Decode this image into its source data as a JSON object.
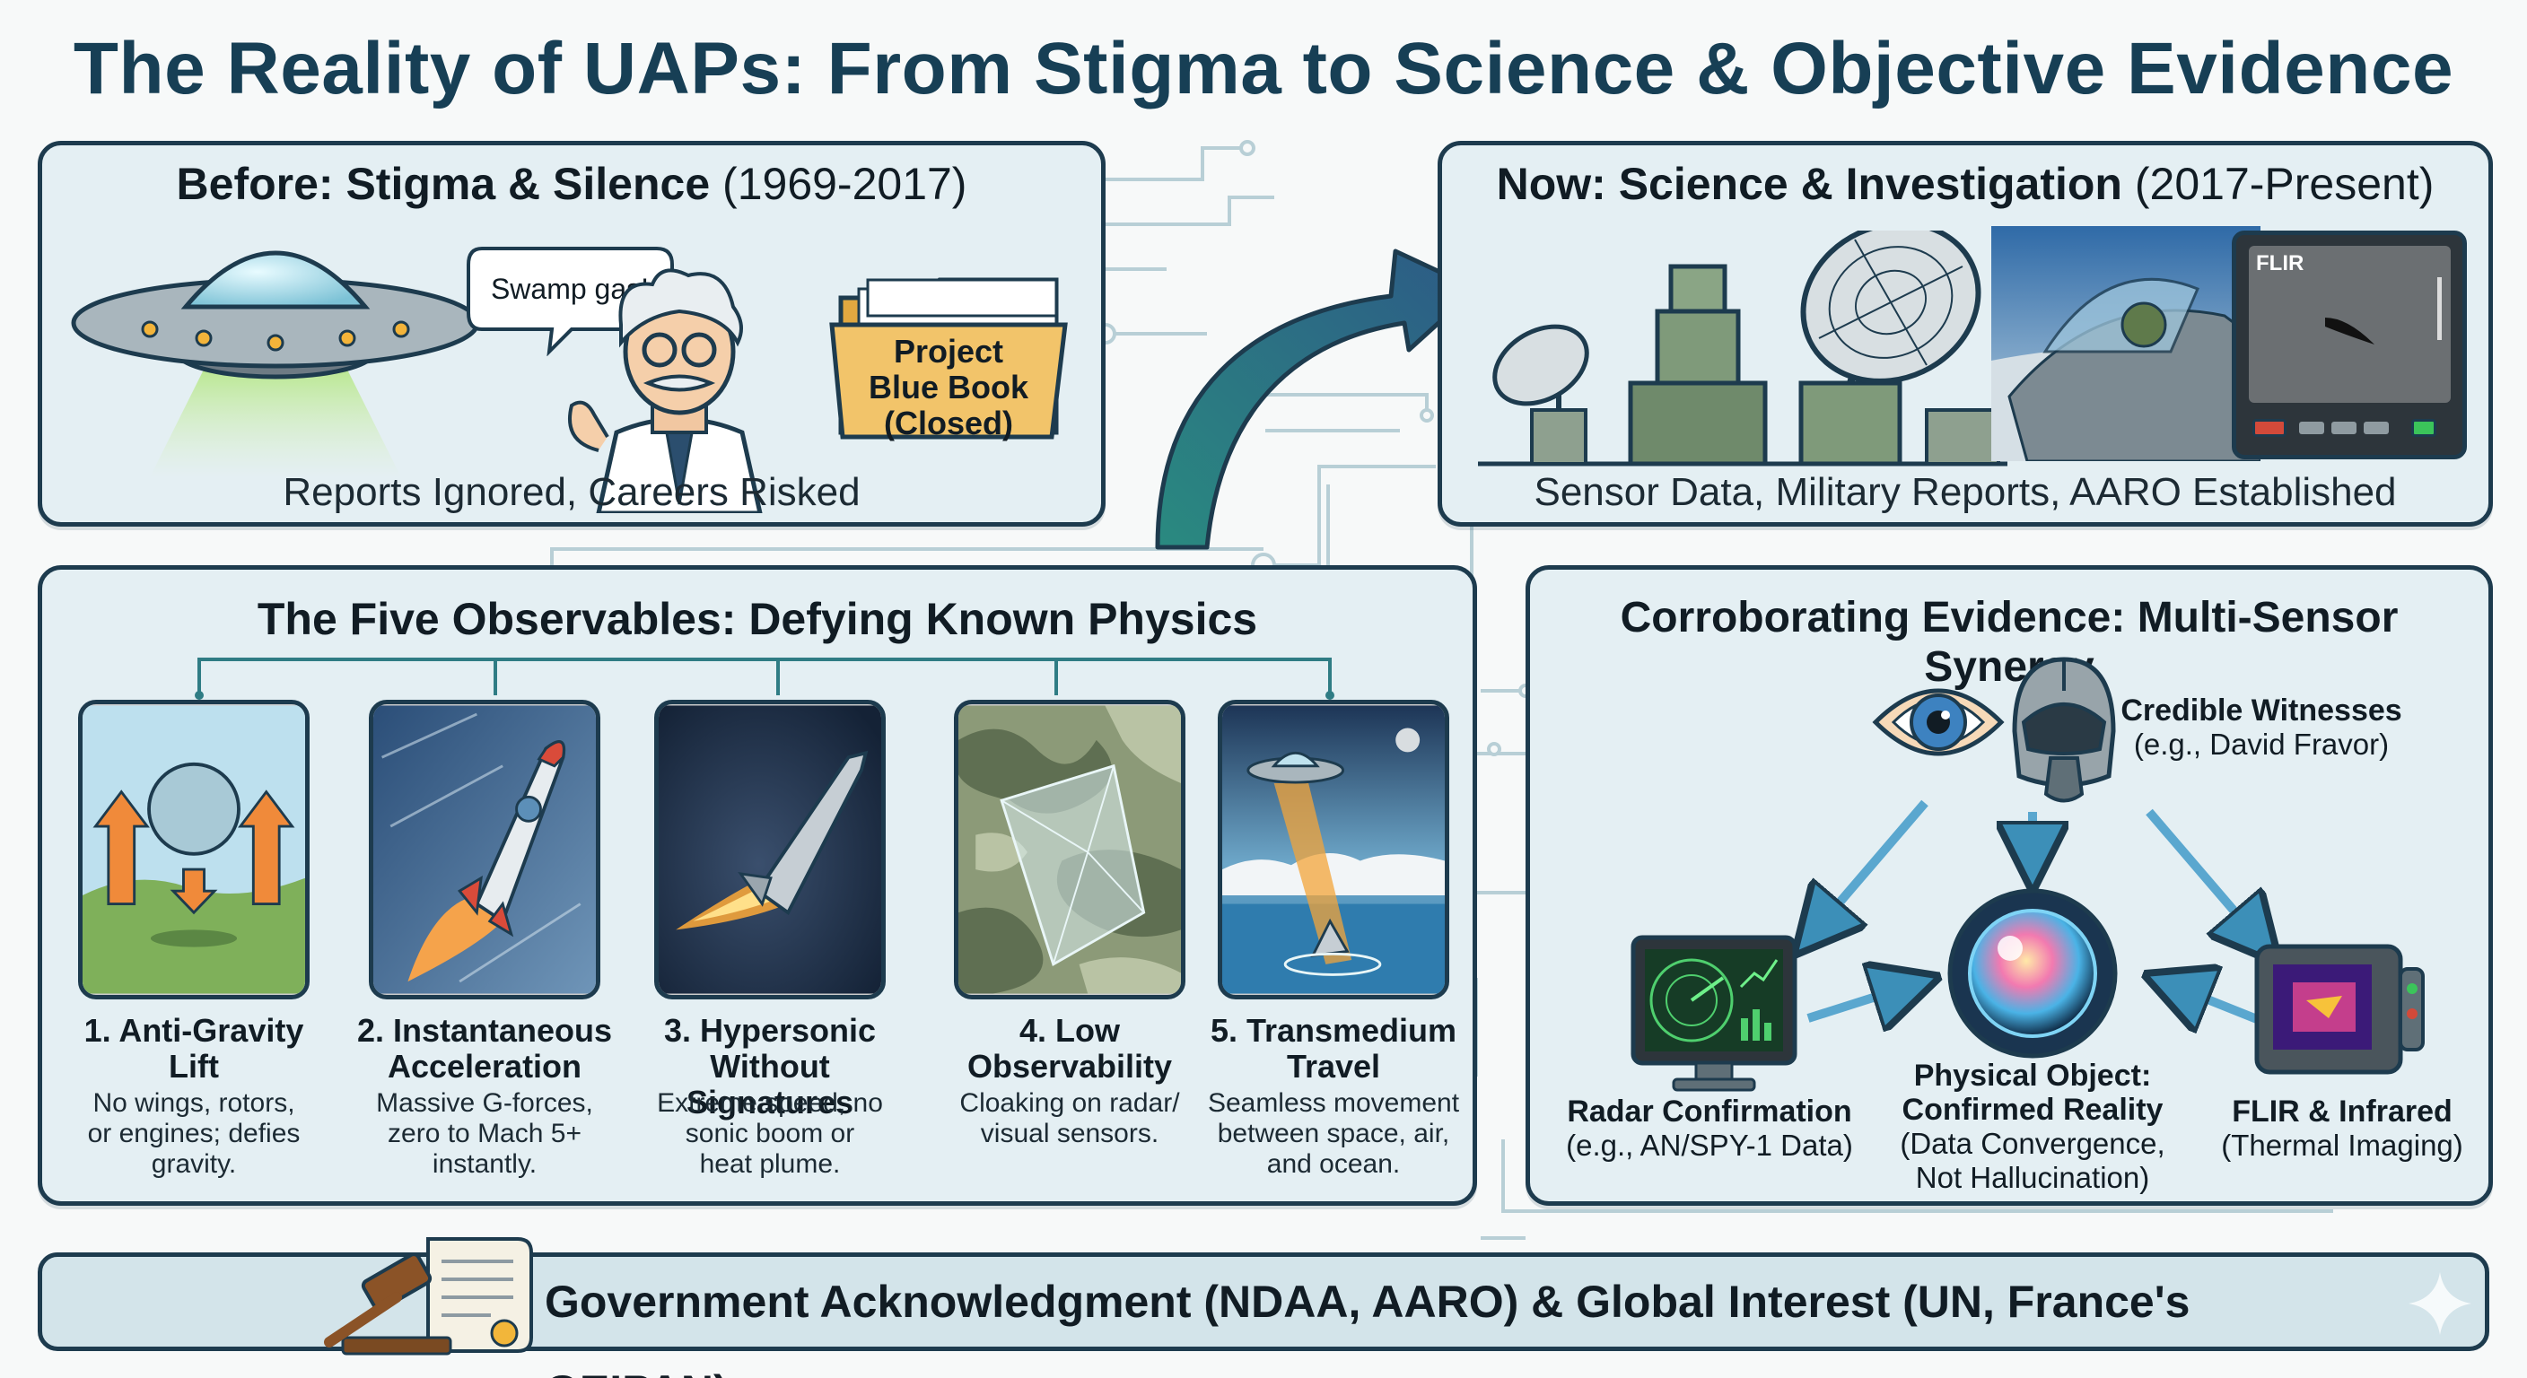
{
  "title": "The Reality of UAPs: From Stigma to Science & Objective Evidence",
  "before": {
    "heading_bold": "Before: Stigma & Silence",
    "heading_years": "(1969-2017)",
    "speech": "Swamp gas!",
    "folder_line1": "Project",
    "folder_line2": "Blue Book",
    "folder_line3": "(Closed)",
    "caption": "Reports Ignored, Careers Risked"
  },
  "now": {
    "heading_bold": "Now: Science & Investigation",
    "heading_years": "(2017-Present)",
    "flir_logo": "FLIR",
    "caption": "Sensor Data, Military Reports, AARO Established"
  },
  "observables": {
    "heading": "The Five Observables: Defying Known Physics",
    "items": [
      {
        "name_line1": "1. Anti-Gravity",
        "name_line2": "Lift",
        "desc_line1": "No wings, rotors,",
        "desc_line2": "or engines; defies",
        "desc_line3": "gravity."
      },
      {
        "name_line1": "2. Instantaneous",
        "name_line2": "Acceleration",
        "desc_line1": "Massive G-forces,",
        "desc_line2": "zero to Mach 5+",
        "desc_line3": "instantly."
      },
      {
        "name_line1": "3. Hypersonic",
        "name_line2": "Without Signatures",
        "desc_line1": "Extreme speed, no",
        "desc_line2": "sonic boom or",
        "desc_line3": "heat plume."
      },
      {
        "name_line1": "4. Low Observability",
        "name_line2": "",
        "desc_line1": "Cloaking on radar/",
        "desc_line2": "visual sensors.",
        "desc_line3": ""
      },
      {
        "name_line1": "5. Transmedium",
        "name_line2": "Travel",
        "desc_line1": "Seamless movement",
        "desc_line2": "between space, air,",
        "desc_line3": "and ocean."
      }
    ]
  },
  "evidence": {
    "heading": "Corroborating Evidence: Multi-Sensor Synergy",
    "witness_title": "Credible Witnesses",
    "witness_sub": "(e.g., David Fravor)",
    "radar_title": "Radar Confirmation",
    "radar_sub": "(e.g., AN/SPY-1 Data)",
    "object_title_1": "Physical Object:",
    "object_title_2": "Confirmed Reality",
    "object_sub_1": "(Data Convergence,",
    "object_sub_2": "Not Hallucination)",
    "flir_title": "FLIR & Infrared",
    "flir_sub": "(Thermal Imaging)"
  },
  "banner": {
    "text": "Government Acknowledgment (NDAA, AARO) & Global Interest (UN, France's GEIPAN)"
  },
  "colors": {
    "frame": "#1d3b4e",
    "panel": "#e4eff3",
    "title": "#173f55",
    "arrow": "#2f7c84",
    "folder": "#f2c46a"
  }
}
